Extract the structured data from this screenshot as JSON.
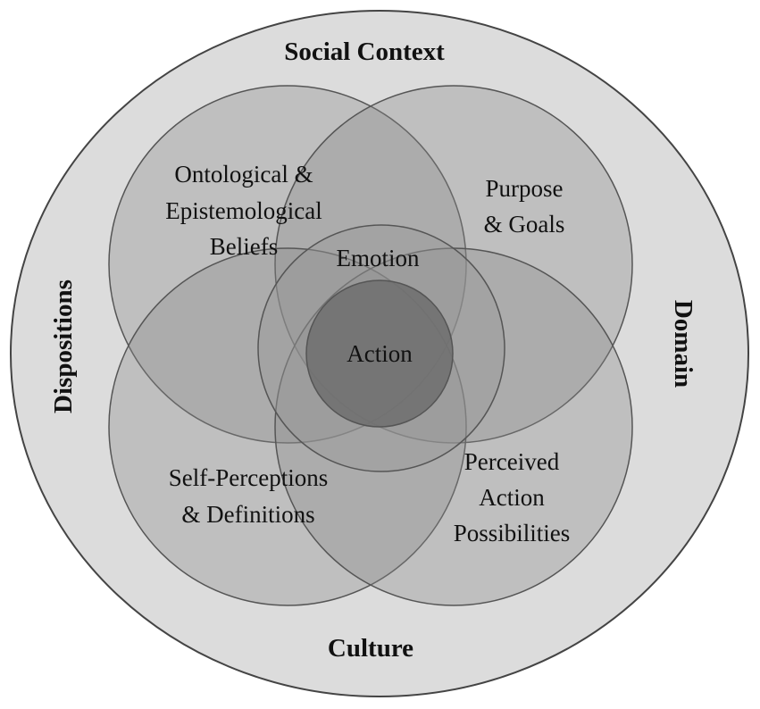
{
  "diagram": {
    "outer_labels": {
      "top": "Social Context",
      "bottom": "Culture",
      "left": "Dispositions",
      "right": "Domain"
    },
    "beliefs_lines": [
      "Ontological &",
      "Epistemological",
      "Beliefs"
    ],
    "purpose_lines": [
      "Purpose",
      "& Goals"
    ],
    "self_lines": [
      "Self-Perceptions",
      "& Definitions"
    ],
    "perceived_lines": [
      "Perceived",
      "Action",
      "Possibilities"
    ],
    "emotion": "Emotion",
    "action": "Action",
    "colors": {
      "outer_fill": "#dcdcdc",
      "petal_fill": "#8a8a8a",
      "emotion_fill": "#9a9a9a",
      "action_fill": "#6e6e6e",
      "stroke": "#555555"
    }
  }
}
